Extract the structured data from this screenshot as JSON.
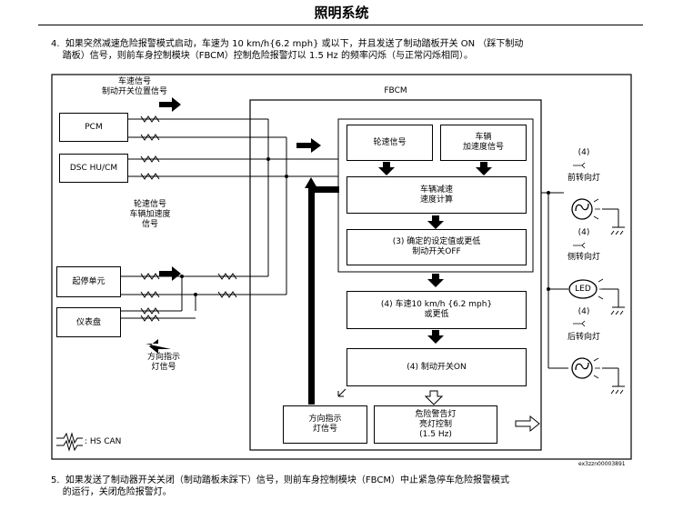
{
  "header": {
    "title": "照明系统"
  },
  "intro": {
    "line1": "4.  如果突然减速危险报警模式启动，车速为 10 km/h{6.2 mph} 或以下，并且发送了制动踏板开关 ON （踩下制动",
    "line2": "    踏板）信号，则前车身控制模块（FBCM）控制危险报警灯以 1.5 Hz 的频率闪烁（与正常闪烁相同）。"
  },
  "diagram": {
    "fbcm_label": "FBCM",
    "left_units": {
      "pcm": "PCM",
      "dsc": "DSC HU/CM",
      "start_stop": "起停单元",
      "cluster": "仪表盘"
    },
    "signals": {
      "top": "车速信号\n制动开关位置信号",
      "mid": "轮速信号\n车辆加速度\n信号",
      "bottom": "方向指示\n灯信号"
    },
    "blocks": {
      "wheel_speed": "轮速信号",
      "vehicle_accel": "车辆\n加速度信号",
      "decel_calc": "车辆减速\n速度计算",
      "step3": "(3)  确定的设定值或更低\n制动开关OFF",
      "step4_speed": "(4) 车速10 km/h {6.2 mph}\n或更低",
      "step4_brake": "(4)    制动开关ON",
      "turn_signal_out": "方向指示\n灯信号",
      "hazard_ctrl": "危险警告灯\n亮灯控制\n(1.5 Hz)"
    },
    "lamps": {
      "front": {
        "step": "(4)",
        "label": "前转向灯"
      },
      "side": {
        "step": "(4)",
        "label": "侧转向灯",
        "led": "LED"
      },
      "rear": {
        "step": "(4)",
        "label": "后转向灯"
      }
    },
    "legend": {
      "text": ": HS CAN"
    },
    "figure_id": "ex3zzn00003891"
  },
  "footer": {
    "line1": "5.  如果发送了制动器开关关闭（制动踏板未踩下）信号，则前车身控制模块（FBCM）中止紧急停车危险报警模式",
    "line2": "    的运行，关闭危险报警灯。"
  }
}
